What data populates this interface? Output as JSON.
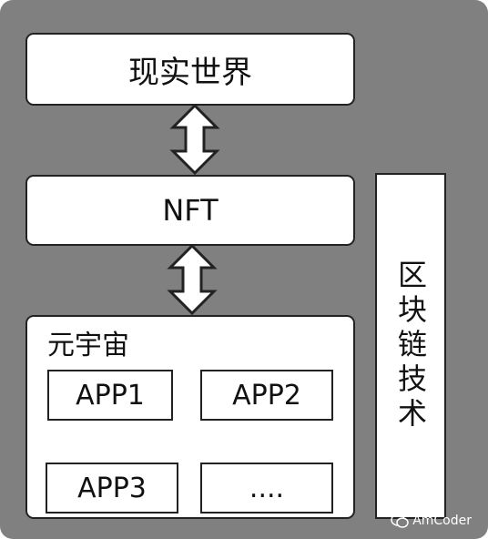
{
  "diagram": {
    "real_world": "现实世界",
    "nft": "NFT",
    "metaverse": {
      "label": "元宇宙",
      "apps": [
        "APP1",
        "APP2",
        "APP3",
        "...."
      ]
    },
    "blockchain": "区块链技术"
  },
  "watermark": {
    "text": "AmCoder",
    "icon": "wechat-icon"
  },
  "colors": {
    "background": "#808080",
    "box_fill": "#ffffff",
    "stroke": "#222222"
  }
}
